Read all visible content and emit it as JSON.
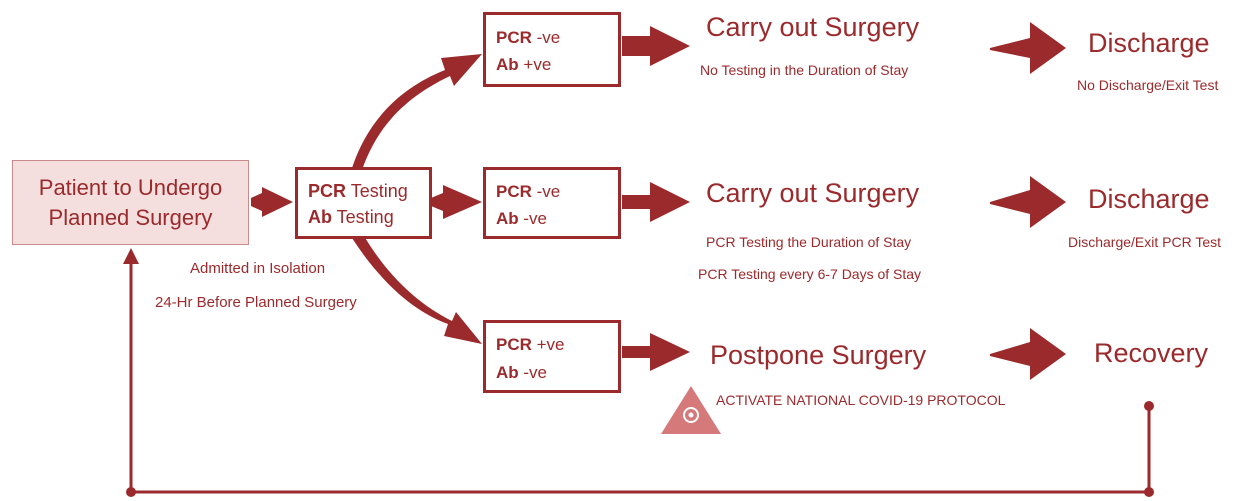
{
  "colors": {
    "accent": "#9b2a2c",
    "start_fill": "#f5dede",
    "hazard": "#d5797a"
  },
  "start": {
    "line1": "Patient to Undergo",
    "line2": "Planned Surgery"
  },
  "admitted": {
    "line1": "Admitted in Isolation",
    "line2": "24-Hr Before Planned Surgery"
  },
  "testing": {
    "pcr_bold": "PCR",
    "pcr_rest": " Testing",
    "ab_bold": "Ab",
    "ab_rest": " Testing"
  },
  "branches": [
    {
      "pcr_bold": "PCR",
      "pcr_rest": " -ve",
      "ab_bold": "Ab",
      "ab_rest": " +ve",
      "action": "Carry out Surgery",
      "notes": [
        "No Testing in the Duration of Stay"
      ],
      "outcome": "Discharge",
      "outcome_note": "No Discharge/Exit Test"
    },
    {
      "pcr_bold": "PCR",
      "pcr_rest": " -ve",
      "ab_bold": "Ab",
      "ab_rest": " -ve",
      "action": "Carry out Surgery",
      "notes": [
        "PCR Testing the Duration of Stay",
        "PCR Testing every 6-7 Days of Stay"
      ],
      "outcome": "Discharge",
      "outcome_note": "Discharge/Exit PCR Test"
    },
    {
      "pcr_bold": "PCR",
      "pcr_rest": " +ve",
      "ab_bold": "Ab",
      "ab_rest": " -ve",
      "action": "Postpone Surgery",
      "notes": [
        "ACTIVATE NATIONAL COVID-19 PROTOCOL"
      ],
      "outcome": "Recovery",
      "outcome_note": ""
    }
  ],
  "icons": {
    "hazard": "biohazard-icon"
  }
}
